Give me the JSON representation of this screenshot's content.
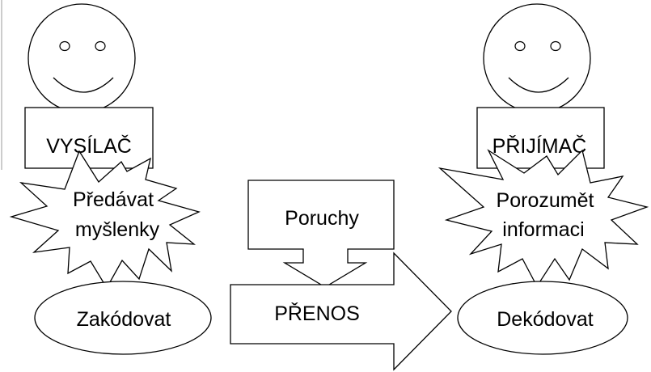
{
  "diagram": {
    "sender": {
      "box_label": "VYSÍLAČ",
      "burst_line1": "Předávat",
      "burst_line2": "myšlenky",
      "oval_label": "Zakódovat"
    },
    "receiver": {
      "box_label": "PŘIJÍMAČ",
      "burst_line1": "Porozumět",
      "burst_line2": "informaci",
      "oval_label": "Dekódovat"
    },
    "noise_label": "Poruchy",
    "transfer_label": "PŘENOS"
  },
  "colors": {
    "background": "#ffffff",
    "stroke": "#000000"
  }
}
